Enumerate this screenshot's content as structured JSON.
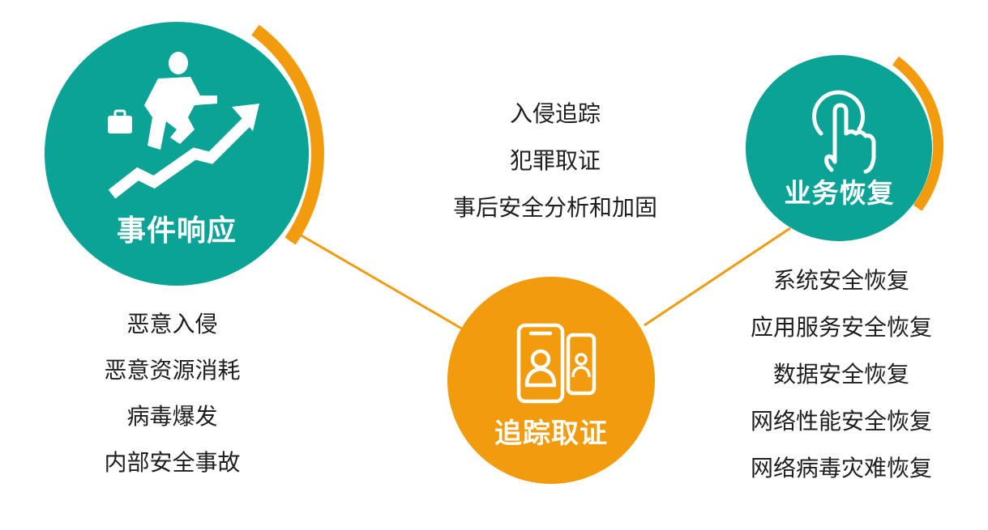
{
  "colors": {
    "teal": "#0aa396",
    "orange": "#f29b0c",
    "text": "#1e1e1e",
    "background": "#ffffff"
  },
  "nodes": {
    "incident_response": {
      "label": "事件响应",
      "icon": "businessman-climbing-arrow-icon",
      "items": [
        "恶意入侵",
        "恶意资源消耗",
        "病毒爆发",
        "内部安全事故"
      ]
    },
    "trace_forensics": {
      "label": "追踪取证",
      "icon": "mobile-identity-icon",
      "items": [
        "入侵追踪",
        "犯罪取证",
        "事后安全分析和加固"
      ]
    },
    "business_recovery": {
      "label": "业务恢复",
      "icon": "touch-hand-icon",
      "items": [
        "系统安全恢复",
        "应用服务安全恢复",
        "数据安全恢复",
        "网络性能安全恢复",
        "网络病毒灾难恢复"
      ]
    }
  }
}
